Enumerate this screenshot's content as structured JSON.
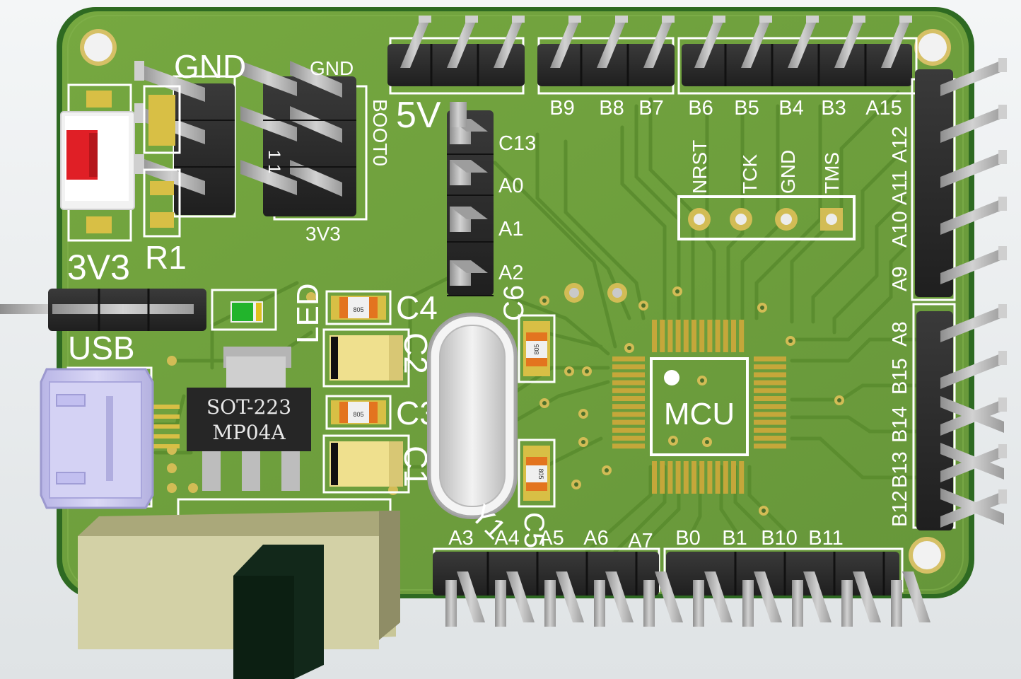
{
  "colors": {
    "background": "#e9ecee",
    "board": "#6fa23c",
    "board_edge": "#2f6e22",
    "trace": "#5d9130",
    "pad_gold": "#c8b34a",
    "silkscreen": "#ffffff",
    "header_plastic": "#2b2b2b",
    "pin_metal": "#b4b4b4",
    "usb_connector": "#cfcdf0",
    "switch_body": "#c9c79b",
    "switch_lever": "#0f2114",
    "led_green": "#22b42c",
    "tantalum_cap": "#efe08e",
    "resistor_orange": "#e3741f",
    "crystal_shell": "#d6d6d6"
  },
  "silkscreen": {
    "gnd_top": "GND",
    "gnd_small": "GND",
    "boot0": "BOOT0",
    "boot1_partial": "1 1",
    "five_v": "5V",
    "three_v3_small": "3V3",
    "three_v3_big": "3V3",
    "r1": "R1",
    "usb": "USB",
    "led": "LED",
    "c4": "C4",
    "c3": "C3",
    "c2": "C2",
    "c1": "C1",
    "y1": "Y1",
    "c6": "C6",
    "c5": "C5",
    "mcu": "MCU",
    "regulator_line1": "SOT-223",
    "regulator_line2": "MP04A",
    "smd_size": "805",
    "left_header_labels": [
      "C13",
      "A0",
      "A1",
      "A2"
    ],
    "top_header_labels": [
      "B9",
      "B8",
      "B7",
      "B6",
      "B5",
      "B4",
      "B3",
      "A15"
    ],
    "right_header_labels": [
      "A12",
      "A11",
      "A10",
      "A9",
      "A8",
      "B15",
      "B14",
      "B13",
      "B12"
    ],
    "bottom_header_labels": [
      "A3",
      "A4",
      "A5",
      "A6",
      "A7",
      "B0",
      "B1",
      "B10",
      "B11"
    ],
    "swd_labels": [
      "NRST",
      "TCK",
      "GND",
      "TMS"
    ]
  }
}
